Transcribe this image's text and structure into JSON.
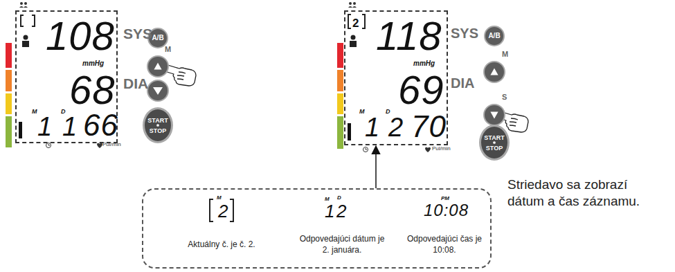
{
  "diagram": {
    "nodes": [
      {
        "text": [
          "108",
          "mmHg",
          "68",
          "M",
          "D",
          "1",
          "1",
          "66"
        ]
      },
      {
        "text": [
          "A/B"
        ]
      },
      {
        "text": [
          "M"
        ]
      },
      {
        "text": [
          "START",
          "STOP"
        ]
      },
      {
        "text": [
          "2",
          "118",
          "mmHg",
          "69",
          "M",
          "D",
          "1",
          "2",
          "70"
        ]
      },
      {
        "text": [
          "A/B"
        ]
      },
      {
        "text": [
          "M"
        ]
      },
      {
        "text": [
          "S"
        ]
      },
      {
        "text": [
          "START",
          "STOP"
        ]
      },
      {
        "text": [
          "M",
          "2",
          "Aktuálny č. je č. 2.",
          "M",
          "D",
          "1",
          "2",
          "Odpovedajúci dátum je 2. januára.",
          "PM",
          "10:08",
          "Odpovedajúci čas je 10:08."
        ]
      }
    ],
    "edges": [
      {
        "from": 9,
        "to": 4,
        "arrow": "to"
      }
    ],
    "labels": [
      "SYS",
      "DIA",
      "Pul/min",
      "SYS",
      "DIA",
      "Pul/min",
      "Striedavo sa zobrazí dátum a čas záznamu."
    ]
  }
}
